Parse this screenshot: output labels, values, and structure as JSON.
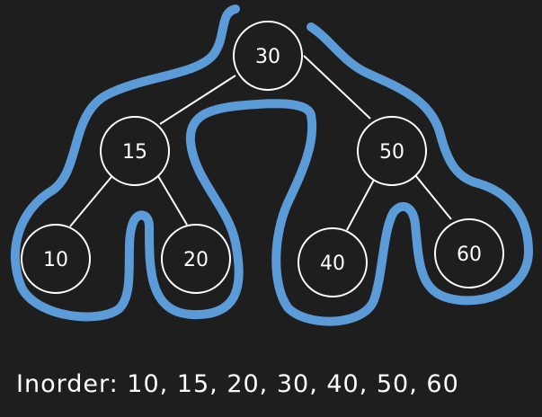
{
  "colors": {
    "background": "#1e1e1e",
    "traversal_path": "#5b9bd8",
    "nodes_and_edges": "#ffffff"
  },
  "tree": {
    "nodes": {
      "root": "30",
      "left": "15",
      "right": "50",
      "left_left": "10",
      "left_right": "20",
      "right_left": "40",
      "right_right": "60"
    }
  },
  "caption": {
    "text": "Inorder: 10, 15, 20, 30, 40, 50, 60"
  }
}
